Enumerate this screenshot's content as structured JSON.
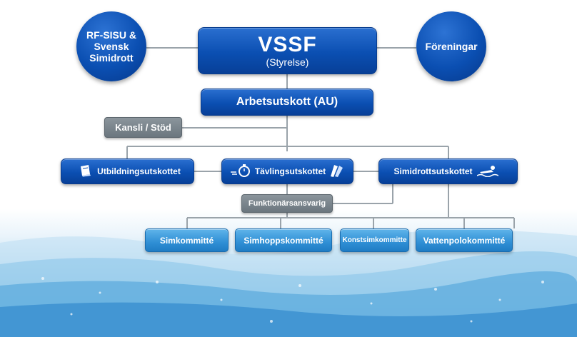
{
  "nodes": {
    "rf_sisu": {
      "lines": [
        "RF-SISU &",
        "Svensk",
        "Simidrott"
      ]
    },
    "foreningar": {
      "label": "Föreningar"
    },
    "vssf": {
      "title": "VSSF",
      "subtitle": "(Styrelse)"
    },
    "au": {
      "label": "Arbetsutskott (AU)"
    },
    "kansli": {
      "label": "Kansli / Stöd"
    },
    "utbildning": {
      "label": "Utbildningsutskottet",
      "icon": "book-icon"
    },
    "tavling": {
      "label": "Tävlingsutskottet",
      "icons": [
        "stopwatch-icon",
        "swim-fins-icon"
      ]
    },
    "simidrott": {
      "label": "Simidrottsutskottet",
      "icon": "swimmer-icon"
    },
    "funktionar": {
      "label": "Funktionärsansvarig"
    },
    "simkommitte": {
      "label": "Simkommitté"
    },
    "simhopp": {
      "label": "Simhoppskommitté"
    },
    "konstsim": {
      "label": "Konstsimkommitte"
    },
    "vattenpolo": {
      "label": "Vattenpolokommitté"
    }
  },
  "colors": {
    "dark_blue": "#0b4fb2",
    "light_blue": "#2f8fd5",
    "gray": "#6b767e",
    "connector": "#9aa3aa"
  }
}
